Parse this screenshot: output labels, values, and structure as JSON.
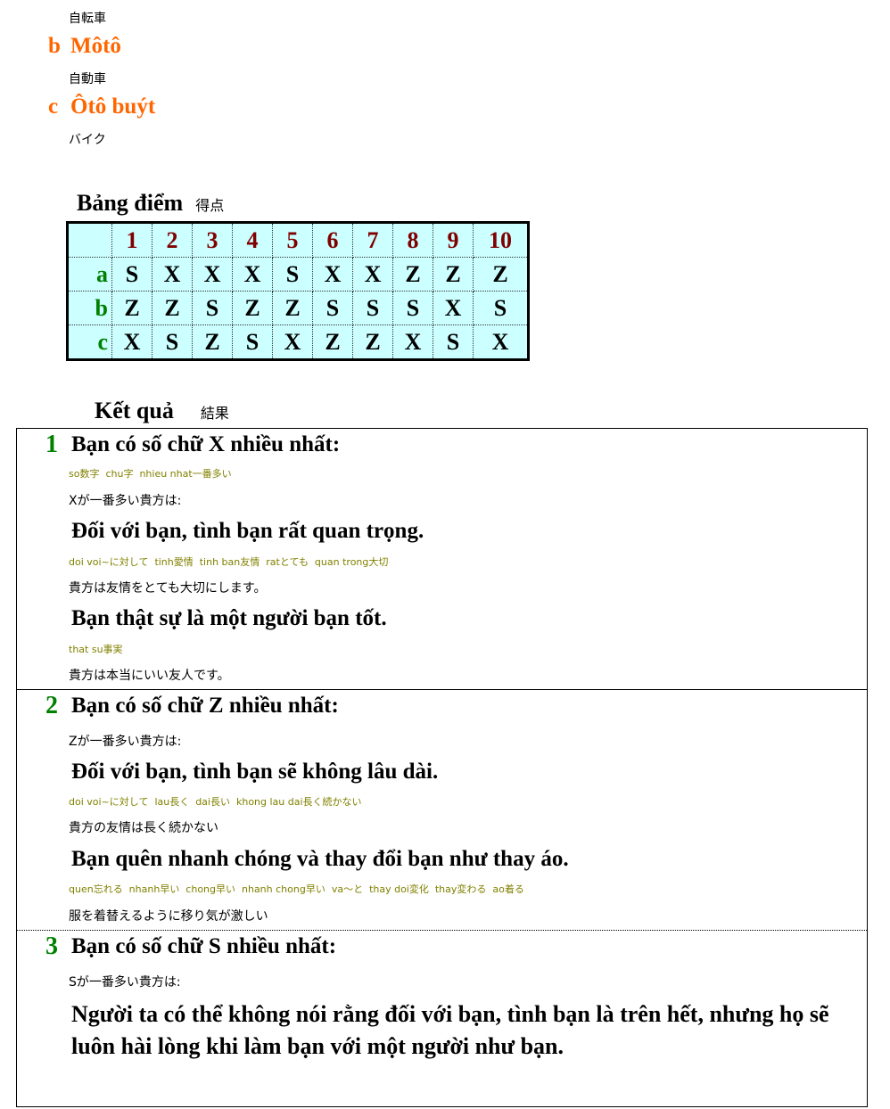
{
  "options": [
    {
      "jp_above": "自転車",
      "letter": "b",
      "label": "Môtô",
      "jp_below": "自動車"
    },
    {
      "letter": "c",
      "label": "Ôtô buýt",
      "jp_below": "バイク"
    }
  ],
  "score_table": {
    "title": "Bảng điểm",
    "title_jp": "得点",
    "columns": [
      "1",
      "2",
      "3",
      "4",
      "5",
      "6",
      "7",
      "8",
      "9",
      "10"
    ],
    "rows": [
      {
        "label": "a",
        "values": [
          "S",
          "X",
          "X",
          "X",
          "S",
          "X",
          "X",
          "Z",
          "Z",
          "Z"
        ]
      },
      {
        "label": "b",
        "values": [
          "Z",
          "Z",
          "S",
          "Z",
          "Z",
          "S",
          "S",
          "S",
          "X",
          "S"
        ]
      },
      {
        "label": "c",
        "values": [
          "X",
          "S",
          "Z",
          "S",
          "X",
          "Z",
          "Z",
          "X",
          "S",
          "X"
        ]
      }
    ]
  },
  "results": {
    "title": "Kết quả",
    "title_jp": "結果",
    "sections": [
      {
        "num": "1",
        "title": "Bạn có số chữ X nhiều nhất:",
        "gloss": "so数字  chu字  nhieu nhat一番多い",
        "jp": "Xが一番多い貴方は:",
        "s1": "Đối với bạn, tình bạn rất quan trọng.",
        "g1": "doi voi~に対して  tinh愛情  tinh ban友情  ratとても  quan trong大切",
        "t1": "貴方は友情をとても大切にします。",
        "s2": "Bạn thật sự là một người bạn tốt.",
        "g2": "that su事実",
        "t2": "貴方は本当にいい友人です。"
      },
      {
        "num": "2",
        "title": "Bạn có số chữ Z nhiều nhất:",
        "jp": "Zが一番多い貴方は:",
        "s1": "Đối với bạn, tình bạn sẽ không lâu dài.",
        "g1": "doi voi~に対して  lau長く  dai長い  khong lau dai長く続かない",
        "t1": "貴方の友情は長く続かない",
        "s2": "Bạn quên nhanh chóng và thay đổi bạn như thay áo.",
        "g2": "quen忘れる  nhanh早い  chong早い  nhanh chong早い  va～と  thay doi変化  thay変わる  ao着る",
        "t2": "服を着替えるように移り気が激しい"
      },
      {
        "num": "3",
        "title": "Bạn có số chữ S nhiều nhất:",
        "jp": "Sが一番多い貴方は:",
        "s1": "Người ta có thể không nói rằng đối với bạn, tình bạn là trên hết, nhưng họ sẽ luôn hài lòng khi làm bạn với một người như bạn."
      }
    ]
  }
}
